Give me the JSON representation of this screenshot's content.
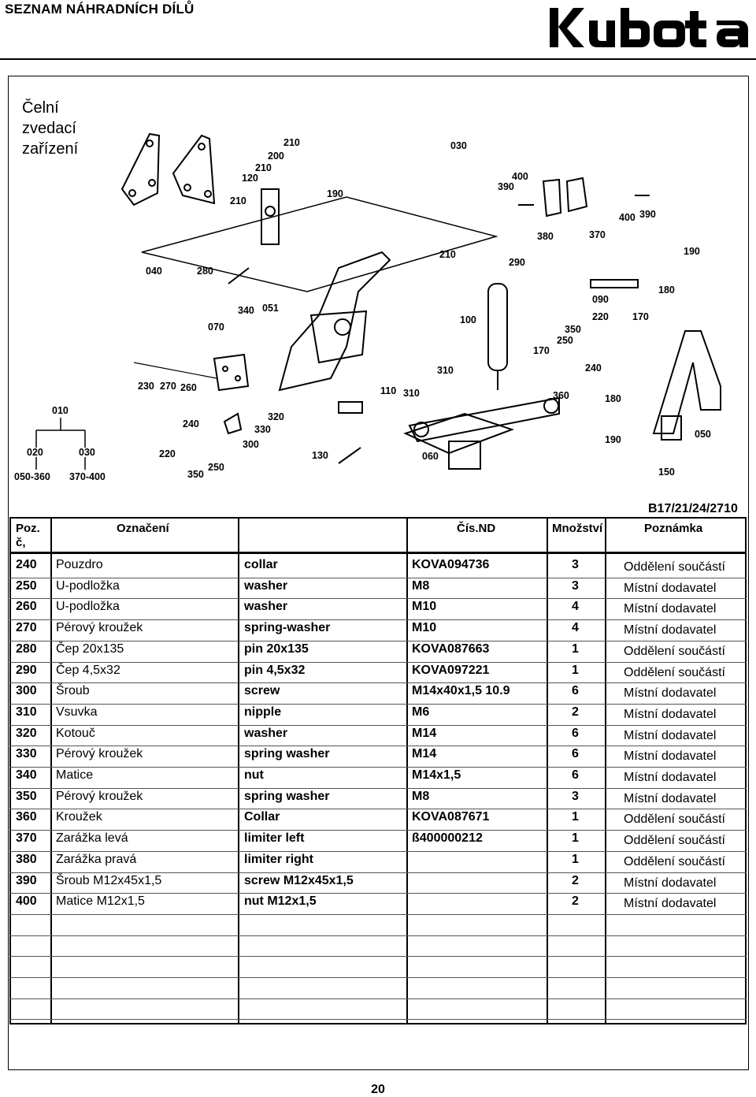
{
  "header": {
    "title": "SEZNAM NÁHRADNÍCH DÍLŮ",
    "logo_text": "Kubota"
  },
  "section_title": "Čelní\nzvedací\nzařízení",
  "drawing_code": "B17/21/24/2710",
  "diagram_labels": {
    "l010": "010",
    "l020": "020",
    "l030b": "030",
    "l030": "030",
    "l040": "040",
    "l050": "050",
    "l051": "051",
    "l060": "060",
    "l070": "070",
    "l090": "090",
    "l100": "100",
    "l110": "110",
    "l120": "120",
    "l130": "130",
    "l150": "150",
    "l170a": "170",
    "l170b": "170",
    "l180a": "180",
    "l180b": "180",
    "l190a": "190",
    "l190b": "190",
    "l190c": "190",
    "l200": "200",
    "l210a": "210",
    "l210b": "210",
    "l210c": "210",
    "l210d": "210",
    "l220a": "220",
    "l220b": "220",
    "l230": "230",
    "l240a": "240",
    "l240b": "240",
    "l250a": "250",
    "l250b": "250",
    "l260": "260",
    "l270": "270",
    "l280": "280",
    "l290": "290",
    "l300": "300",
    "l310a": "310",
    "l310b": "310",
    "l320": "320",
    "l330": "330",
    "l340": "340",
    "l350a": "350",
    "l350b": "350",
    "l360": "360",
    "l370": "370",
    "l380": "380",
    "l390a": "390",
    "l390b": "390",
    "l400a": "400",
    "l400b": "400",
    "range1": "050-360",
    "range2": "370-400"
  },
  "table": {
    "headers": {
      "pos": "Poz.\nč,",
      "name": "Označení",
      "nd": "Čís.ND",
      "qty": "Množství",
      "note": "Poznámka"
    },
    "rows": [
      {
        "pos": "240",
        "cz": "Pouzdro",
        "en": "collar",
        "nd": "KOVA094736",
        "qty": "3",
        "note": "Oddělení součástí"
      },
      {
        "pos": "250",
        "cz": "U-podložka",
        "en": "washer",
        "nd": "M8",
        "qty": "3",
        "note": "Místní dodavatel"
      },
      {
        "pos": "260",
        "cz": "U-podložka",
        "en": "washer",
        "nd": "M10",
        "qty": "4",
        "note": "Místní dodavatel"
      },
      {
        "pos": "270",
        "cz": "Pérový kroužek",
        "en": "spring-washer",
        "nd": "M10",
        "qty": "4",
        "note": "Místní dodavatel"
      },
      {
        "pos": "280",
        "cz": "Čep 20x135",
        "en": "pin 20x135",
        "nd": "KOVA087663",
        "qty": "1",
        "note": "Oddělení součástí"
      },
      {
        "pos": "290",
        "cz": "Čep 4,5x32",
        "en": "pin 4,5x32",
        "nd": "KOVA097221",
        "qty": "1",
        "note": "Oddělení součástí"
      },
      {
        "pos": "300",
        "cz": "Šroub",
        "en": "screw",
        "nd": "M14x40x1,5 10.9",
        "qty": "6",
        "note": "Místní dodavatel"
      },
      {
        "pos": "310",
        "cz": "Vsuvka",
        "en": "nipple",
        "nd": "M6",
        "qty": "2",
        "note": "Místní dodavatel"
      },
      {
        "pos": "320",
        "cz": "Kotouč",
        "en": "washer",
        "nd": "M14",
        "qty": "6",
        "note": "Místní dodavatel"
      },
      {
        "pos": "330",
        "cz": "Pérový kroužek",
        "en": "spring washer",
        "nd": "M14",
        "qty": "6",
        "note": "Místní dodavatel"
      },
      {
        "pos": "340",
        "cz": "Matice",
        "en": "nut",
        "nd": "M14x1,5",
        "qty": "6",
        "note": "Místní dodavatel"
      },
      {
        "pos": "350",
        "cz": "Pérový kroužek",
        "en": "spring washer",
        "nd": "M8",
        "qty": "3",
        "note": "Místní dodavatel"
      },
      {
        "pos": "360",
        "cz": "Kroužek",
        "en": "Collar",
        "nd": "KOVA087671",
        "qty": "1",
        "note": "Oddělení součástí"
      },
      {
        "pos": "370",
        "cz": "Zarážka levá",
        "en": "limiter left",
        "nd": "ß400000212",
        "qty": "1",
        "note": "Oddělení součástí"
      },
      {
        "pos": "380",
        "cz": "Zarážka pravá",
        "en": "limiter right",
        "nd": "",
        "qty": "1",
        "note": "Oddělení součástí"
      },
      {
        "pos": "390",
        "cz": "Šroub M12x45x1,5",
        "en": "screw M12x45x1,5",
        "nd": "",
        "qty": "2",
        "note": "Místní dodavatel"
      },
      {
        "pos": "400",
        "cz": "Matice M12x1,5",
        "en": "nut M12x1,5",
        "nd": "",
        "qty": "2",
        "note": "Místní dodavatel"
      }
    ]
  },
  "page_number": "20"
}
